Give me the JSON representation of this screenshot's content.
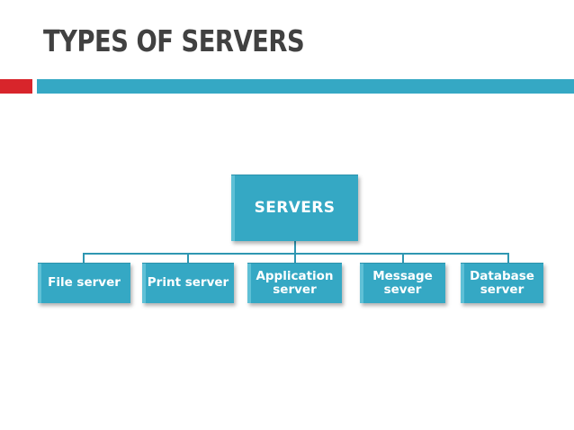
{
  "slide": {
    "title": "TYPES OF SERVERS",
    "background_color": "#ffffff",
    "title_color": "#414141"
  },
  "accent_rule": {
    "red_color": "#d8252b",
    "teal_color": "#35a8c4"
  },
  "chart_data": {
    "type": "diagram",
    "diagram_kind": "org-chart",
    "title": "TYPES OF SERVERS",
    "node_fill_color": "#35a8c4",
    "node_text_color": "#ffffff",
    "connector_color": "#2f97b2",
    "root": {
      "label": "SERVERS"
    },
    "children": [
      {
        "label": "File server"
      },
      {
        "label": "Print server"
      },
      {
        "label": "Application server"
      },
      {
        "label": "Message sever"
      },
      {
        "label": "Database server"
      }
    ]
  }
}
